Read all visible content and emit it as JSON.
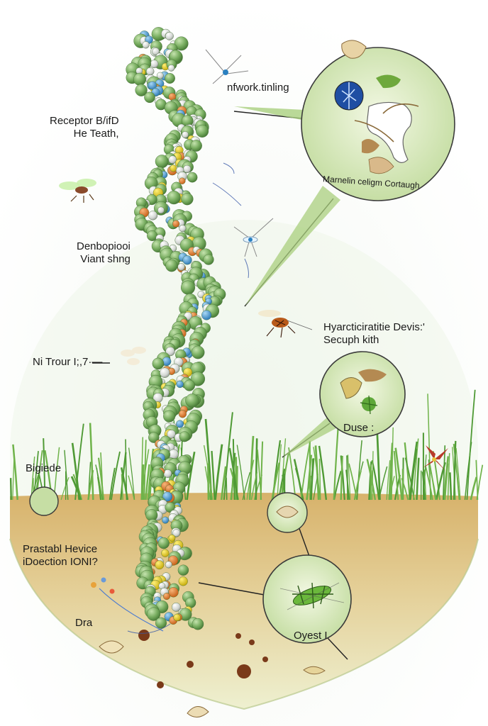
{
  "labels": {
    "receptor": [
      "Receptor B/ifD",
      "He Teath,"
    ],
    "network": "nfwork.tinling",
    "circle_top": "Marnelin celigm Cortaugh",
    "denbo": [
      "Denbopiooi",
      "Viant shng"
    ],
    "hyarc": [
      "Hyarcticiratitie Devis:'",
      "Secuph kith"
    ],
    "ni_trour": "Ni Trour I;,7·—",
    "duse": "Duse :",
    "bigiede": "Bigiede",
    "prastabl": [
      "Prastabl Hevice",
      "iDoection IONI?"
    ],
    "dra": "Dra",
    "oyest": "Oyest I"
  },
  "colors": {
    "bead_green": "#7fb26a",
    "bead_grey": "#d9dcd8",
    "bead_orange": "#e07a2a",
    "bead_yellow": "#e8d21c",
    "bead_blue": "#4aa0d8",
    "soil": "#d9b877",
    "grass": "#5a9c3a",
    "bubble_fill": "#d5e8b8",
    "bubble_stroke": "#3a3a3a"
  }
}
